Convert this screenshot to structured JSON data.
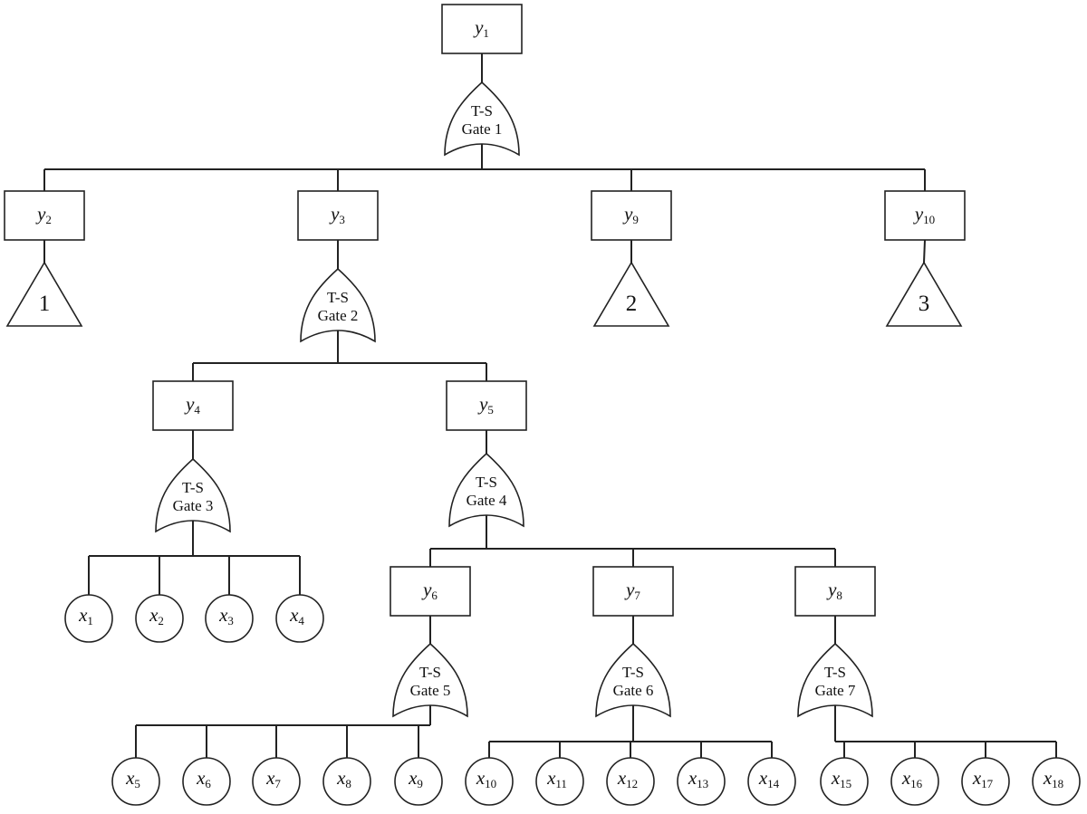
{
  "events": [
    {
      "id": "y1",
      "main": "y",
      "sub": "1"
    },
    {
      "id": "y2",
      "main": "y",
      "sub": "2"
    },
    {
      "id": "y3",
      "main": "y",
      "sub": "3"
    },
    {
      "id": "y9",
      "main": "y",
      "sub": "9"
    },
    {
      "id": "y10",
      "main": "y",
      "sub": "10"
    },
    {
      "id": "y4",
      "main": "y",
      "sub": "4"
    },
    {
      "id": "y5",
      "main": "y",
      "sub": "5"
    },
    {
      "id": "y6",
      "main": "y",
      "sub": "6"
    },
    {
      "id": "y7",
      "main": "y",
      "sub": "7"
    },
    {
      "id": "y8",
      "main": "y",
      "sub": "8"
    }
  ],
  "gates": [
    {
      "id": "g1",
      "line1": "T-S",
      "line2": "Gate 1"
    },
    {
      "id": "g2",
      "line1": "T-S",
      "line2": "Gate 2"
    },
    {
      "id": "g3",
      "line1": "T-S",
      "line2": "Gate 3"
    },
    {
      "id": "g4",
      "line1": "T-S",
      "line2": "Gate 4"
    },
    {
      "id": "g5",
      "line1": "T-S",
      "line2": "Gate 5"
    },
    {
      "id": "g6",
      "line1": "T-S",
      "line2": "Gate 6"
    },
    {
      "id": "g7",
      "line1": "T-S",
      "line2": "Gate 7"
    }
  ],
  "transfers": [
    {
      "id": "t1",
      "label": "1"
    },
    {
      "id": "t2",
      "label": "2"
    },
    {
      "id": "t3",
      "label": "3"
    }
  ],
  "basic_events": [
    {
      "id": "x1",
      "main": "x",
      "sub": "1"
    },
    {
      "id": "x2",
      "main": "x",
      "sub": "2"
    },
    {
      "id": "x3",
      "main": "x",
      "sub": "3"
    },
    {
      "id": "x4",
      "main": "x",
      "sub": "4"
    },
    {
      "id": "x5",
      "main": "x",
      "sub": "5"
    },
    {
      "id": "x6",
      "main": "x",
      "sub": "6"
    },
    {
      "id": "x7",
      "main": "x",
      "sub": "7"
    },
    {
      "id": "x8",
      "main": "x",
      "sub": "8"
    },
    {
      "id": "x9",
      "main": "x",
      "sub": "9"
    },
    {
      "id": "x10",
      "main": "x",
      "sub": "10"
    },
    {
      "id": "x11",
      "main": "x",
      "sub": "11"
    },
    {
      "id": "x12",
      "main": "x",
      "sub": "12"
    },
    {
      "id": "x13",
      "main": "x",
      "sub": "13"
    },
    {
      "id": "x14",
      "main": "x",
      "sub": "14"
    },
    {
      "id": "x15",
      "main": "x",
      "sub": "15"
    },
    {
      "id": "x16",
      "main": "x",
      "sub": "16"
    },
    {
      "id": "x17",
      "main": "x",
      "sub": "17"
    },
    {
      "id": "x18",
      "main": "x",
      "sub": "18"
    }
  ]
}
